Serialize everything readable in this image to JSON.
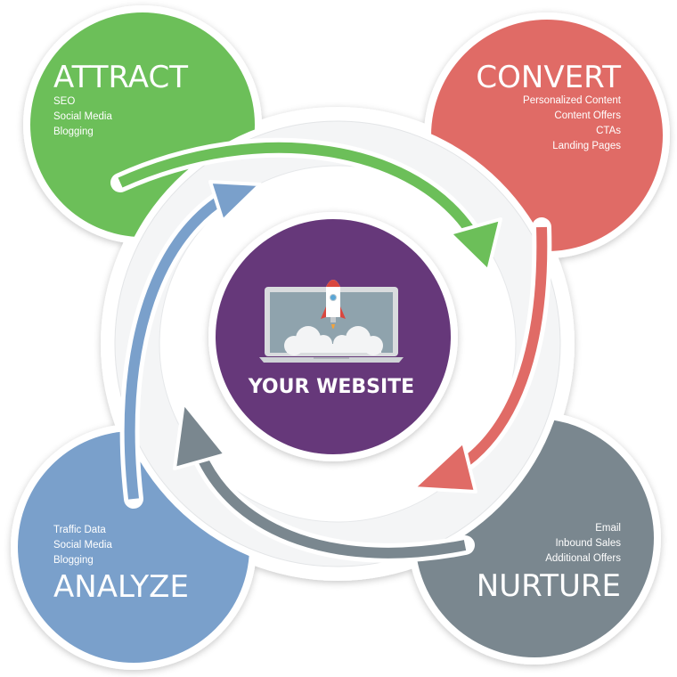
{
  "center": {
    "label": "YOUR WEBSITE",
    "icon": "laptop-rocket-icon"
  },
  "stages": {
    "attract": {
      "title": "ATTRACT",
      "color": "#6cbf59",
      "items": [
        "SEO",
        "Social Media",
        "Blogging"
      ]
    },
    "convert": {
      "title": "CONVERT",
      "color": "#e06b66",
      "items": [
        "Personalized Content",
        "Content Offers",
        "CTAs",
        "Landing Pages"
      ]
    },
    "nurture": {
      "title": "NURTURE",
      "color": "#7a878f",
      "items": [
        "Email",
        "Inbound Sales",
        "Additional Offers"
      ]
    },
    "analyze": {
      "title": "ANALYZE",
      "color": "#7aa0cb",
      "items": [
        "Traffic Data",
        "Social Media",
        "Blogging"
      ]
    }
  },
  "colors": {
    "center": "#66387a",
    "ring": "#f1f2f3"
  }
}
